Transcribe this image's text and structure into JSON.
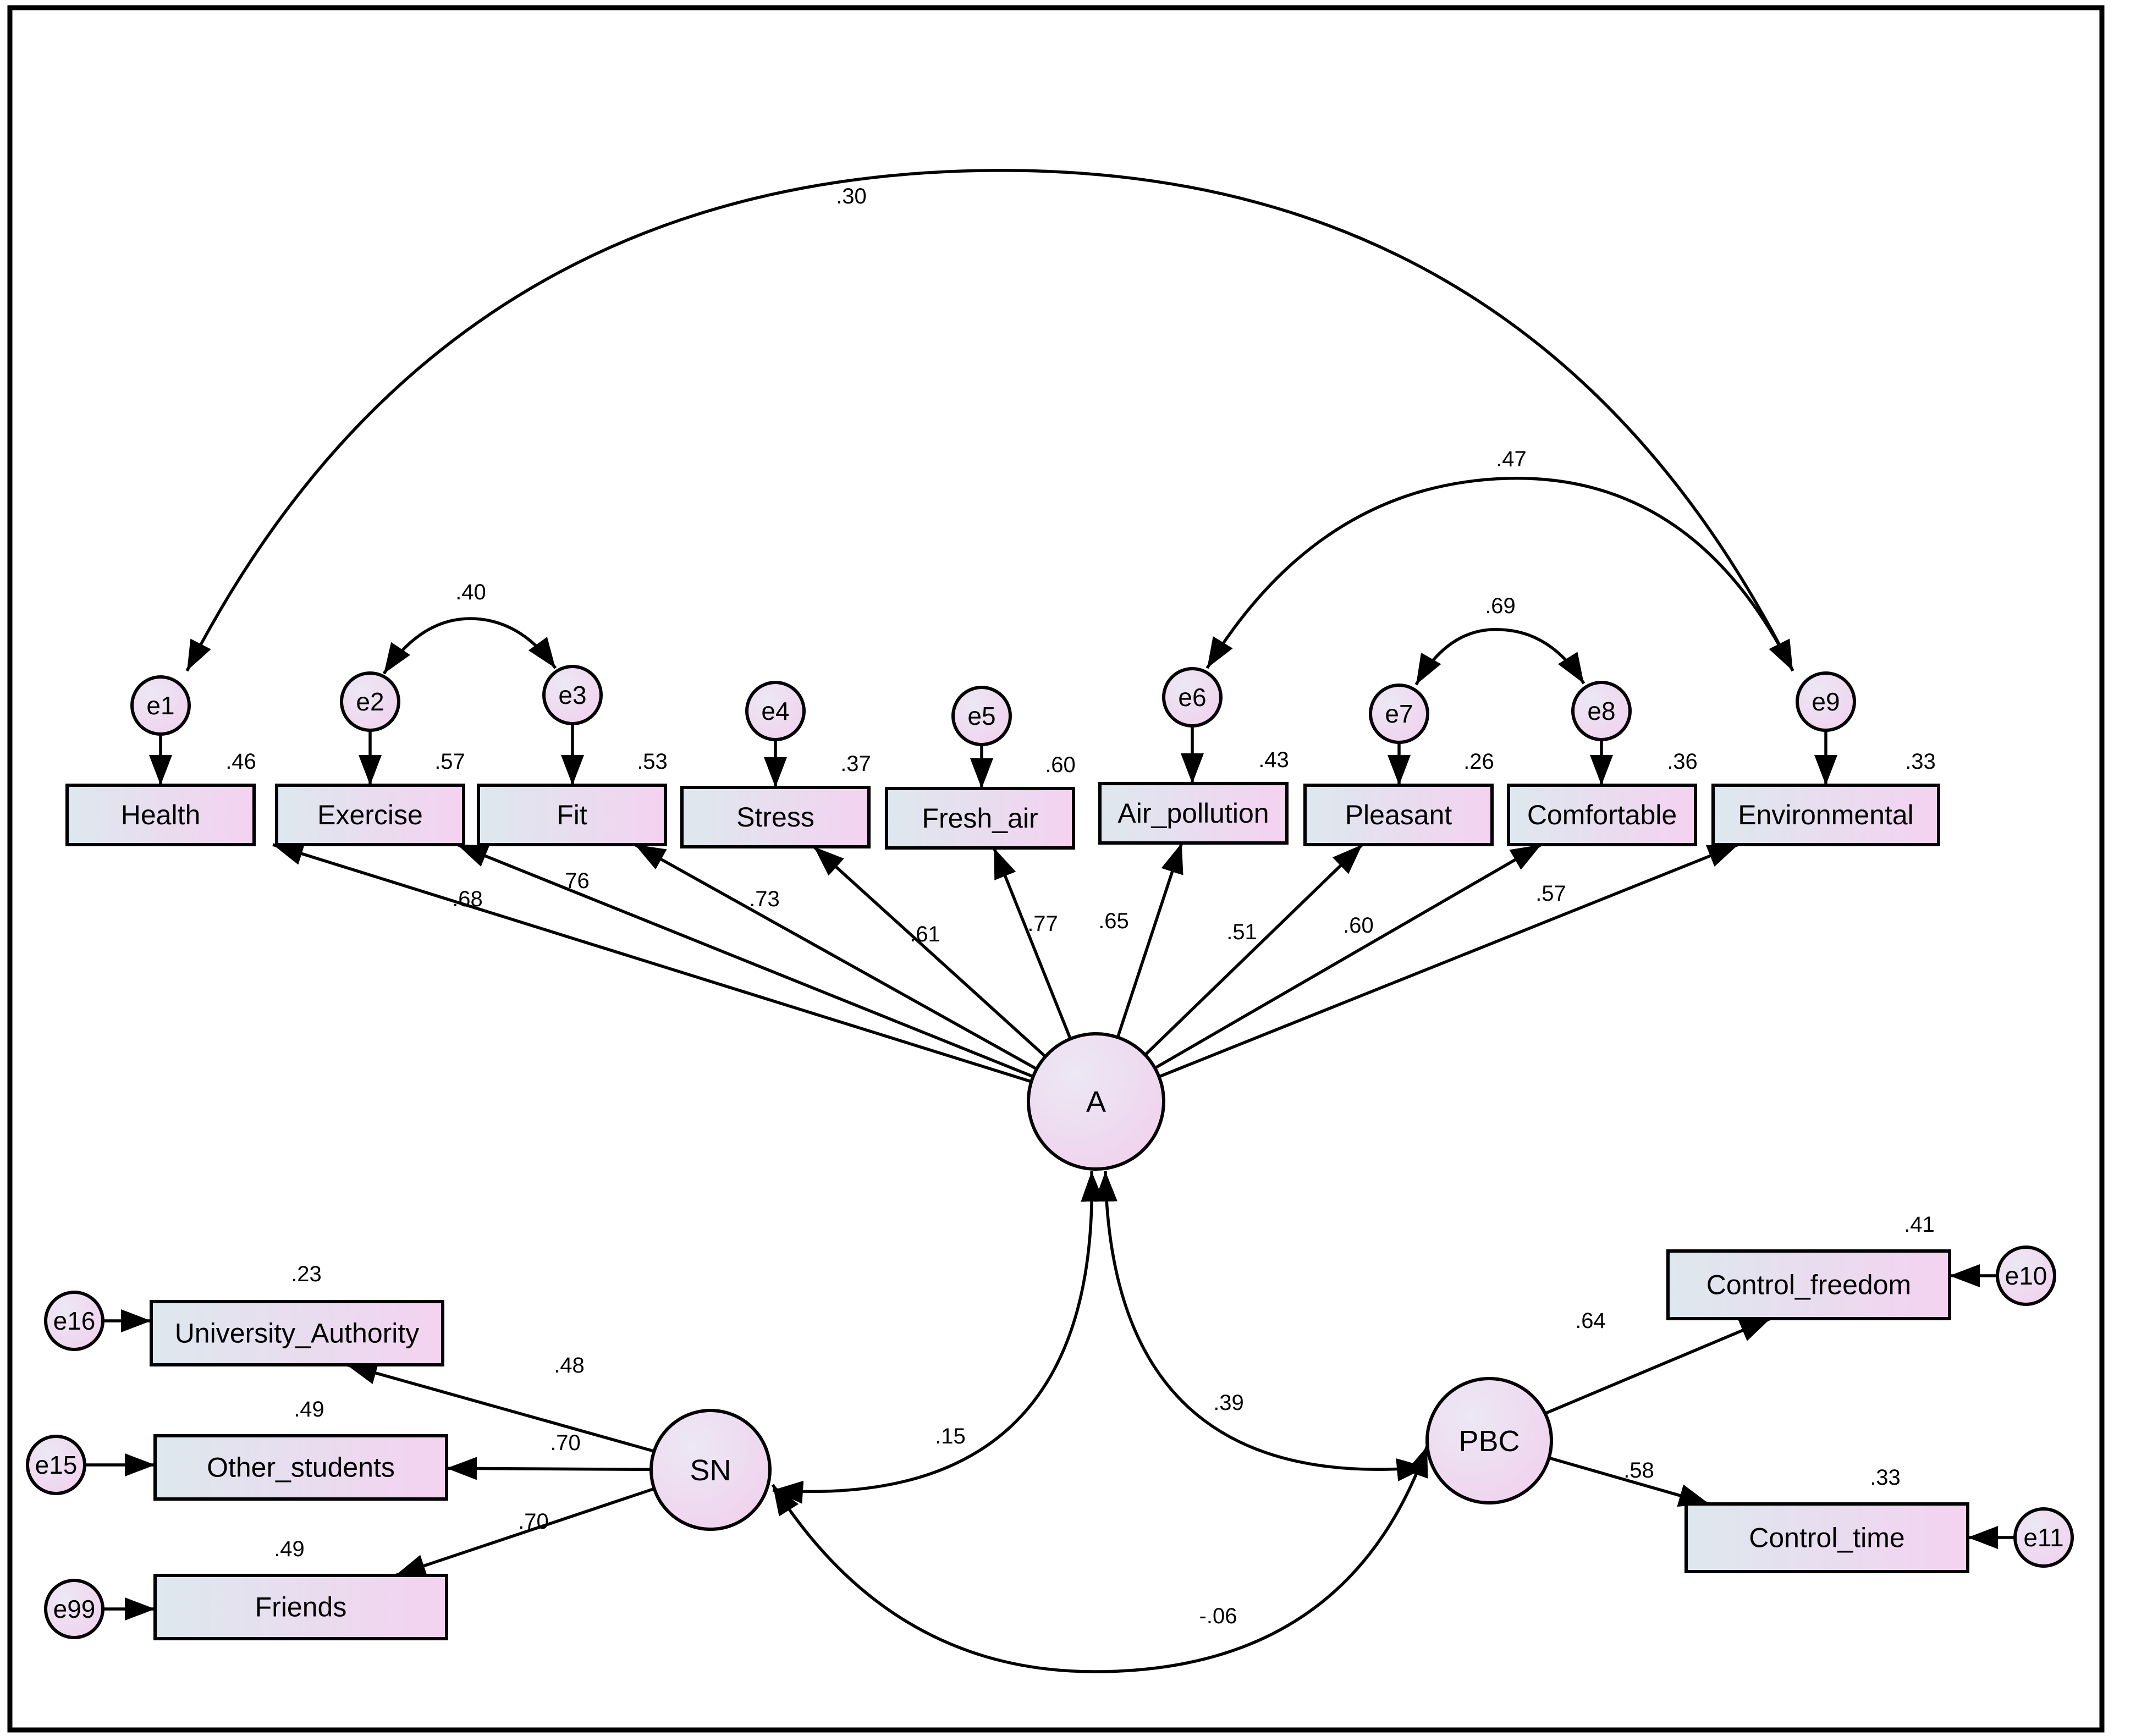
{
  "observed": [
    {
      "id": "Health",
      "label": "Health",
      "r2": ".46"
    },
    {
      "id": "Exercise",
      "label": "Exercise",
      "r2": ".57"
    },
    {
      "id": "Fit",
      "label": "Fit",
      "r2": ".53"
    },
    {
      "id": "Stress",
      "label": "Stress",
      "r2": ".37"
    },
    {
      "id": "Fresh_air",
      "label": "Fresh_air",
      "r2": ".60"
    },
    {
      "id": "Air_pollution",
      "label": "Air_pollution",
      "r2": ".43"
    },
    {
      "id": "Pleasant",
      "label": "Pleasant",
      "r2": ".26"
    },
    {
      "id": "Comfortable",
      "label": "Comfortable",
      "r2": ".36"
    },
    {
      "id": "Environmental",
      "label": "Environmental",
      "r2": ".33"
    },
    {
      "id": "University_Authority",
      "label": "University_Authority",
      "r2": ".23"
    },
    {
      "id": "Other_students",
      "label": "Other_students",
      "r2": ".49"
    },
    {
      "id": "Friends",
      "label": "Friends",
      "r2": ".49"
    },
    {
      "id": "Control_freedom",
      "label": "Control_freedom",
      "r2": ".41"
    },
    {
      "id": "Control_time",
      "label": "Control_time",
      "r2": ".33"
    }
  ],
  "errors": [
    {
      "id": "e1",
      "label": "e1"
    },
    {
      "id": "e2",
      "label": "e2"
    },
    {
      "id": "e3",
      "label": "e3"
    },
    {
      "id": "e4",
      "label": "e4"
    },
    {
      "id": "e5",
      "label": "e5"
    },
    {
      "id": "e6",
      "label": "e6"
    },
    {
      "id": "e7",
      "label": "e7"
    },
    {
      "id": "e8",
      "label": "e8"
    },
    {
      "id": "e9",
      "label": "e9"
    },
    {
      "id": "e10",
      "label": "e10"
    },
    {
      "id": "e11",
      "label": "e11"
    },
    {
      "id": "e15",
      "label": "e15"
    },
    {
      "id": "e16",
      "label": "e16"
    },
    {
      "id": "e99",
      "label": "e99"
    }
  ],
  "latents": [
    {
      "id": "A",
      "label": "A"
    },
    {
      "id": "SN",
      "label": "SN"
    },
    {
      "id": "PBC",
      "label": "PBC"
    }
  ],
  "loadings": [
    {
      "from": "A",
      "to": "Health",
      "value": ".68"
    },
    {
      "from": "A",
      "to": "Exercise",
      "value": ".76"
    },
    {
      "from": "A",
      "to": "Fit",
      "value": ".73"
    },
    {
      "from": "A",
      "to": "Stress",
      "value": ".61"
    },
    {
      "from": "A",
      "to": "Fresh_air",
      "value": ".77"
    },
    {
      "from": "A",
      "to": "Air_pollution",
      "value": ".65"
    },
    {
      "from": "A",
      "to": "Pleasant",
      "value": ".51"
    },
    {
      "from": "A",
      "to": "Comfortable",
      "value": ".60"
    },
    {
      "from": "A",
      "to": "Environmental",
      "value": ".57"
    },
    {
      "from": "SN",
      "to": "University_Authority",
      "value": ".48"
    },
    {
      "from": "SN",
      "to": "Other_students",
      "value": ".70"
    },
    {
      "from": "SN",
      "to": "Friends",
      "value": ".70"
    },
    {
      "from": "PBC",
      "to": "Control_freedom",
      "value": ".64"
    },
    {
      "from": "PBC",
      "to": "Control_time",
      "value": ".58"
    }
  ],
  "covariances": [
    {
      "between": [
        "e1",
        "e9"
      ],
      "value": ".30"
    },
    {
      "between": [
        "e6",
        "e9"
      ],
      "value": ".47"
    },
    {
      "between": [
        "e2",
        "e3"
      ],
      "value": ".40"
    },
    {
      "between": [
        "e7",
        "e8"
      ],
      "value": ".69"
    },
    {
      "between": [
        "A",
        "SN"
      ],
      "value": ".15"
    },
    {
      "between": [
        "A",
        "PBC"
      ],
      "value": ".39"
    },
    {
      "between": [
        "SN",
        "PBC"
      ],
      "value": "-.06"
    }
  ],
  "colors": {
    "box_fill_left": "#dde8ee",
    "box_fill_right": "#f4d2f0",
    "circle_fill_light": "#e9e4f2",
    "circle_fill_pink": "#f1d4ef",
    "stroke": "#000000"
  }
}
